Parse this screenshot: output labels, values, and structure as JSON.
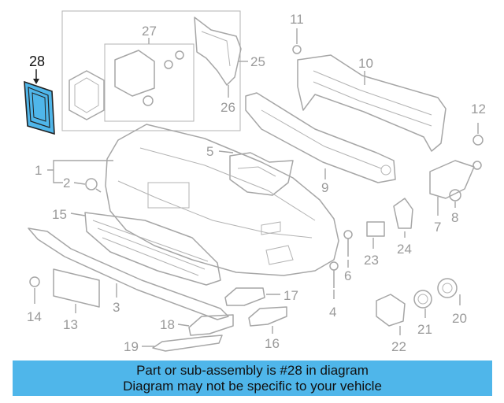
{
  "callouts": {
    "n1": "1",
    "n2": "2",
    "n3": "3",
    "n4": "4",
    "n5": "5",
    "n6": "6",
    "n7": "7",
    "n8": "8",
    "n9": "9",
    "n10": "10",
    "n11": "11",
    "n12": "12",
    "n13": "13",
    "n14": "14",
    "n15": "15",
    "n16": "16",
    "n17": "17",
    "n18": "18",
    "n19": "19",
    "n20": "20",
    "n21": "21",
    "n22": "22",
    "n23": "23",
    "n24": "24",
    "n25": "25",
    "n26": "26",
    "n27": "27",
    "n28": "28"
  },
  "highlight": {
    "part_number": "28",
    "color": "#4fb6ea"
  },
  "banner": {
    "line1": "Part or sub-assembly is #28 in diagram",
    "line2": "Diagram may not be specific to your vehicle",
    "color": "#4fb6ea"
  }
}
